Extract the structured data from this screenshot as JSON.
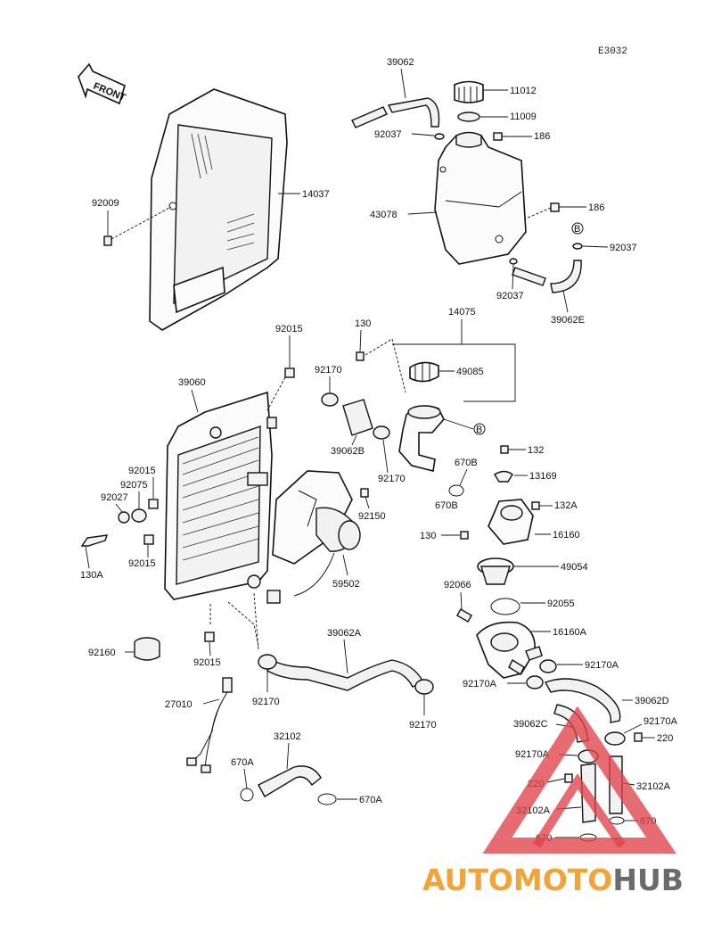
{
  "diagram_code": "E3032",
  "front_label": "FRONT",
  "watermark": {
    "part1": "AUTOMOTO",
    "part2": "HUB",
    "color1": "#f2a33a",
    "color2": "#6b6b6b",
    "triangle_color": "#e0424a"
  },
  "parts": {
    "p39062": "39062",
    "p11012": "11012",
    "p11009": "11009",
    "p92037a": "92037",
    "p186a": "186",
    "p14037": "14037",
    "p92009": "92009",
    "p43078": "43078",
    "p186b": "186",
    "pB1": "B",
    "p92037b": "92037",
    "p92037c": "92037",
    "p39062E": "39062E",
    "p92015a": "92015",
    "p130a": "130",
    "p14075": "14075",
    "p49085": "49085",
    "p92170a": "92170",
    "p39060": "39060",
    "pB2": "B",
    "p39062B": "39062B",
    "p92170b": "92170",
    "p132": "132",
    "p670B1": "670B",
    "p13169": "13169",
    "p92015b": "92015",
    "p92075": "92075",
    "p92027": "92027",
    "p92150": "92150",
    "p670B2": "670B",
    "p132A": "132A",
    "p130b": "130",
    "p16160": "16160",
    "p130A": "130A",
    "p92015c": "92015",
    "p49054": "49054",
    "p59502": "59502",
    "p92066": "92066",
    "p92055": "92055",
    "p39062A": "39062A",
    "p16160A": "16160A",
    "p92160": "92160",
    "p92015d": "92015",
    "p92170A1": "92170A",
    "p92170A2": "92170A",
    "p27010": "27010",
    "p92170c": "92170",
    "p92170d": "92170",
    "p39062D": "39062D",
    "p39062C": "39062C",
    "p92170A3": "92170A",
    "p32102": "32102",
    "p220a": "220",
    "p92170A4": "92170A",
    "p670A1": "670A",
    "p220b": "220",
    "p32102A1": "32102A",
    "p670A2": "670A",
    "p32102A2": "32102A",
    "p670a": "670",
    "p670b": "670"
  }
}
